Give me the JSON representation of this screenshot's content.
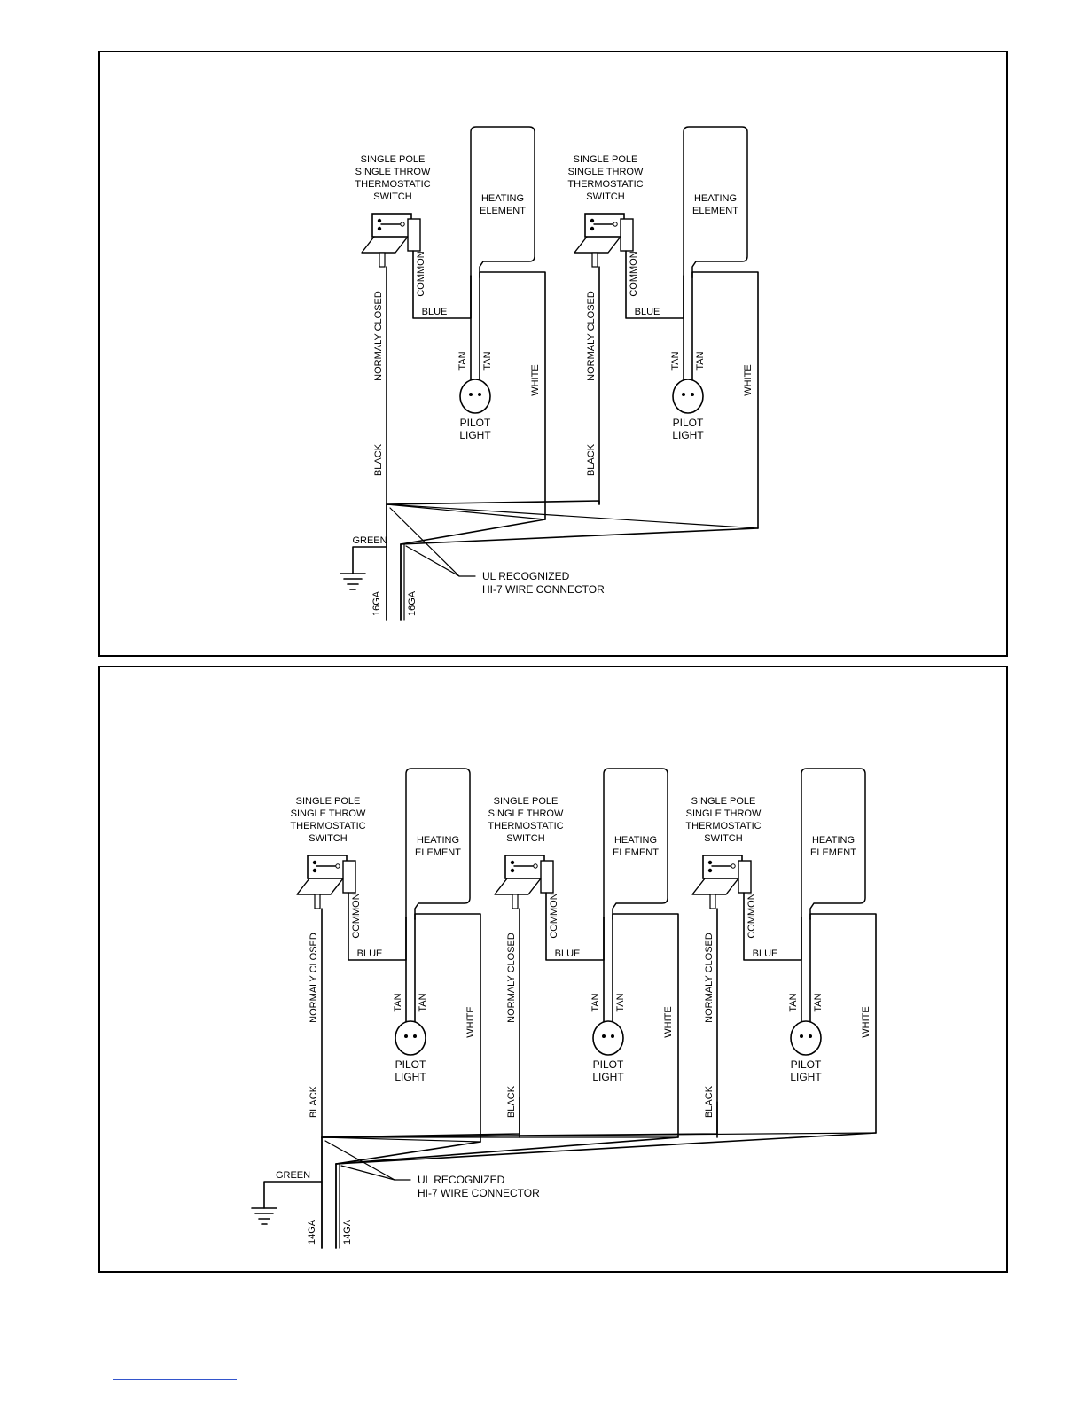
{
  "labels": {
    "switch_line1": "SINGLE POLE",
    "switch_line2": "SINGLE THROW",
    "switch_line3": "THERMOSTATIC",
    "switch_line4": "SWITCH",
    "heating_line1": "HEATING",
    "heating_line2": "ELEMENT",
    "normaly_closed": "NORMALY CLOSED",
    "common": "COMMON",
    "blue": "BLUE",
    "tan": "TAN",
    "white": "WHITE",
    "black": "BLACK",
    "pilot_line1": "PILOT",
    "pilot_line2": "LIGHT",
    "green": "GREEN",
    "connector_line1": "UL RECOGNIZED",
    "connector_line2": "HI-7 WIRE CONNECTOR"
  },
  "diagrams": [
    {
      "id": "two-element",
      "units": 2,
      "gauge": "16GA"
    },
    {
      "id": "three-element",
      "units": 3,
      "gauge": "14GA"
    }
  ]
}
